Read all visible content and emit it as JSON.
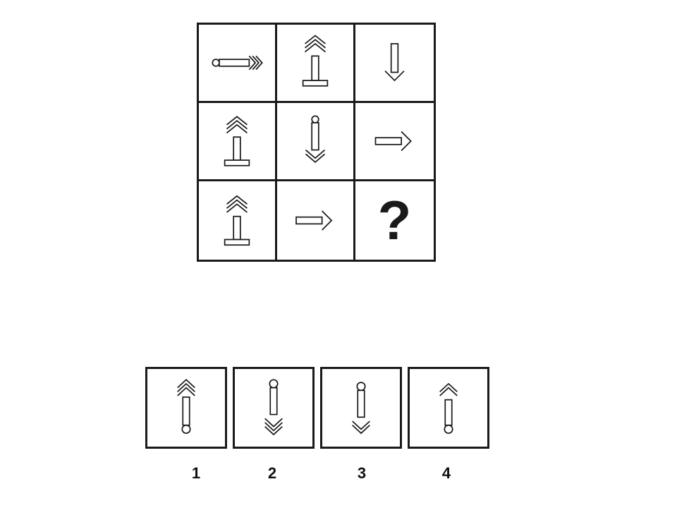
{
  "puzzle": {
    "cells": [
      {
        "icon": "arrow-right-chevrons-circle-tail-icon"
      },
      {
        "icon": "arrow-up-chevrons-bar-base-icon"
      },
      {
        "icon": "arrow-down-simple-icon"
      },
      {
        "icon": "arrow-up-chevrons-bar-base-icon"
      },
      {
        "icon": "arrow-down-chevrons-circle-tail-icon"
      },
      {
        "icon": "arrow-right-simple-icon"
      },
      {
        "icon": "arrow-up-chevrons-bar-base-icon"
      },
      {
        "icon": "arrow-right-simple-icon"
      },
      {
        "icon": "question-mark",
        "text": "?"
      }
    ]
  },
  "options": [
    {
      "label": "1",
      "icon": "arrow-up-triple-chevrons-circle-tail-icon"
    },
    {
      "label": "2",
      "icon": "arrow-down-triple-chevrons-circle-tail-icon"
    },
    {
      "label": "3",
      "icon": "arrow-down-double-chevrons-circle-tail-icon"
    },
    {
      "label": "4",
      "icon": "arrow-up-double-chevrons-circle-tail-icon"
    }
  ],
  "colors": {
    "stroke": "#1a1a1a",
    "background": "#ffffff"
  }
}
